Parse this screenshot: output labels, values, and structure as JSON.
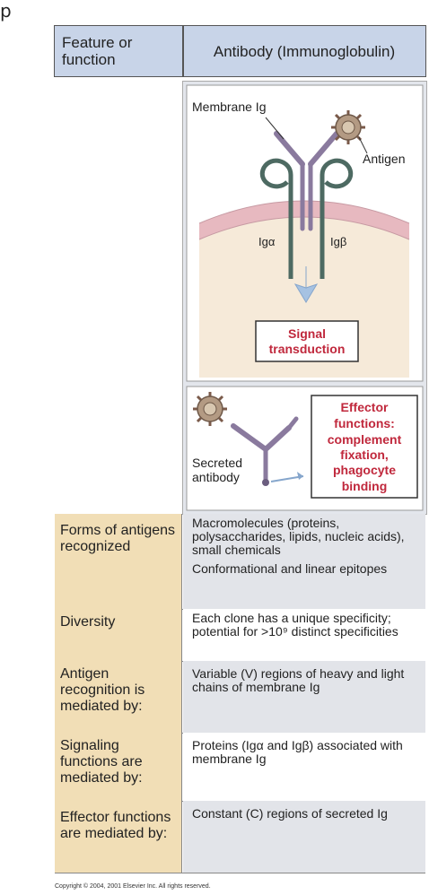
{
  "corner_mark": "p",
  "header": {
    "feature_label": "Feature or function",
    "antibody_label": "Antibody (Immunoglobulin)"
  },
  "diagram": {
    "membrane_ig_label": "Membrane Ig",
    "antigen_label": "Antigen",
    "ig_alpha_label": "Igα",
    "ig_beta_label": "Igβ",
    "signal_line1": "Signal",
    "signal_line2": "transduction",
    "secreted_line1": "Secreted",
    "secreted_line2": "antibody",
    "effector_lines": [
      "Effector",
      "functions:",
      "complement",
      "fixation,",
      "phagocyte",
      "binding"
    ],
    "colors": {
      "cell_interior": "#f6ead9",
      "membrane_outer": "#e7b9c0",
      "membrane_line": "#c79aa3",
      "antibody": "#8a7a9e",
      "tail": "#4d6a62",
      "arrow": "#a6c2e2",
      "red_text": "#c0283c"
    }
  },
  "rows": [
    {
      "feature": "Forms of antigens recognized",
      "lines": [
        "Macromolecules (proteins, polysaccharides, lipids, nucleic acids), small chemicals",
        "Conformational and linear epitopes"
      ]
    },
    {
      "feature": "Diversity",
      "lines": [
        "Each clone has a unique specificity; potential for >10⁹ distinct specificities"
      ]
    },
    {
      "feature": "Antigen recognition is mediated by:",
      "lines": [
        "Variable (V) regions of heavy and light chains of membrane Ig"
      ]
    },
    {
      "feature": "Signaling functions are mediated by:",
      "lines": [
        "Proteins (Igα and Igβ) associated with membrane Ig"
      ]
    },
    {
      "feature": "Effector functions are mediated by:",
      "lines": [
        "Constant (C) regions of secreted Ig"
      ]
    }
  ],
  "copyright": "Copyright © 2004, 2001 Elsevier Inc. All rights reserved."
}
